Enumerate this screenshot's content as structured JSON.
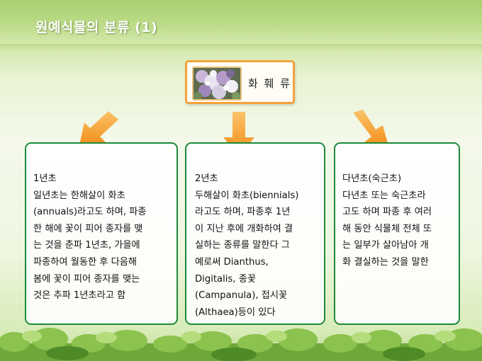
{
  "header": {
    "title": "원예식물의 분류 (1)"
  },
  "center": {
    "label": "화 훼 류",
    "image": "flower-bouquet-photo"
  },
  "cards": [
    {
      "heading": "1년초",
      "body": "일년초는 한해살이 화초\n(annuals)라고도 하며, 파종\n한 해에 꽃이 피어 종자를 맺\n는 것을 춘파 1년초, 가을에\n파종하여 월동한 후 다음해\n봄에 꽃이 피어 종자를 맺는\n것은 추파 1년초라고 함"
    },
    {
      "heading": "2년초",
      "body": "두해살이 화초(biennials)\n라고도 하며, 파종후 1년\n이 지난 후에 개화하여 결\n실하는 종류를 말한다 그\n예로써 Dianthus,\nDigitalis, 종꽃\n(Campanula), 접시꽃\n(Althaea)등이 있다"
    },
    {
      "heading": "다년초(숙근초)",
      "body": "다년초 또는 숙근초라\n고도 하며 파종 후 여러\n해 동안 식물체 전체 또\n는 일부가 살아남아 개\n화 결실하는 것을 말한"
    }
  ],
  "colors": {
    "accent_orange": "#f39a1e",
    "card_border": "#1e8a3a",
    "header_green": "#a8cf6e"
  }
}
